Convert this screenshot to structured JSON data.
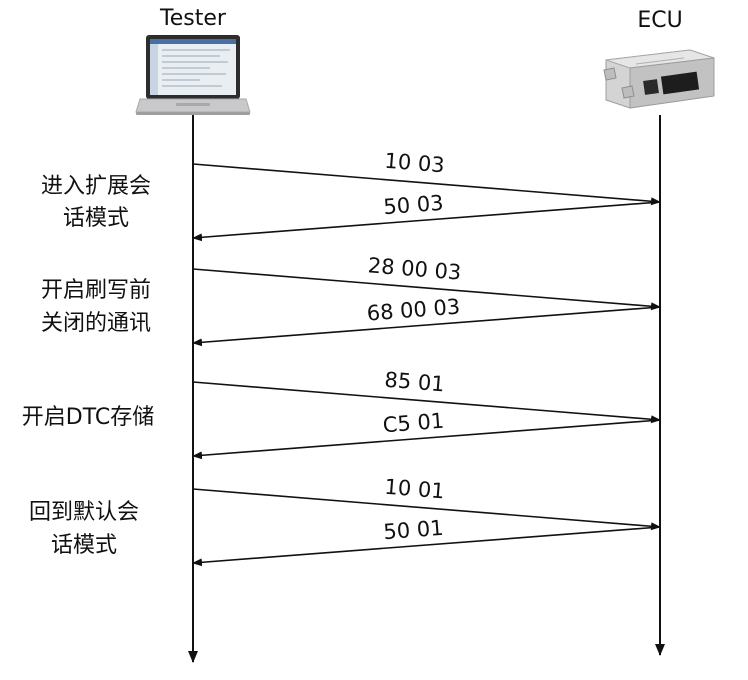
{
  "actors": {
    "tester": {
      "label": "Tester",
      "icon": "laptop-icon"
    },
    "ecu": {
      "label": "ECU",
      "icon": "ecu-module-icon"
    }
  },
  "steps": [
    {
      "label_lines": [
        "进入扩展会",
        "话模式"
      ],
      "request": "10 03",
      "response": "50 03"
    },
    {
      "label_lines": [
        "开启刷写前",
        "关闭的通讯"
      ],
      "request": "28 00 03",
      "response": "68 00 03"
    },
    {
      "label_lines": [
        "开启DTC存储"
      ],
      "request": "85 01",
      "response": "C5 01"
    },
    {
      "label_lines": [
        "回到默认会",
        "话模式"
      ],
      "request": "10 01",
      "response": "50 01"
    }
  ],
  "colors": {
    "line": "#111111",
    "laptop_body": "#c9c9cb",
    "laptop_screen": "#e9eef3",
    "ecu_body": "#d4d4d4",
    "ecu_connector": "#1d1d1d"
  }
}
